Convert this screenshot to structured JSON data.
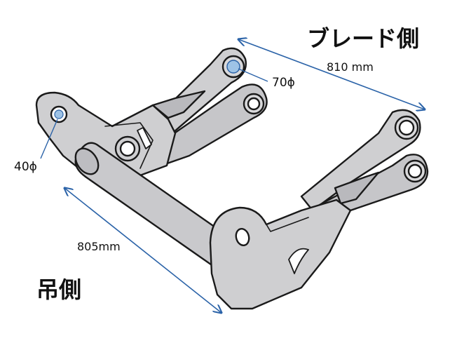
{
  "labels": {
    "blade_side": "ブレード側",
    "hanger_side": "吊側",
    "dim_810": "810 mm",
    "dim_805": "805mm",
    "pin_70": "70ϕ",
    "pin_40": "40ϕ"
  },
  "colors": {
    "metal": "#cfcfd1",
    "metal_dark": "#a9a9ad",
    "outline": "#1a1a1a",
    "dimension_line": "#2b63a8",
    "highlight": "#9ec3e6"
  }
}
